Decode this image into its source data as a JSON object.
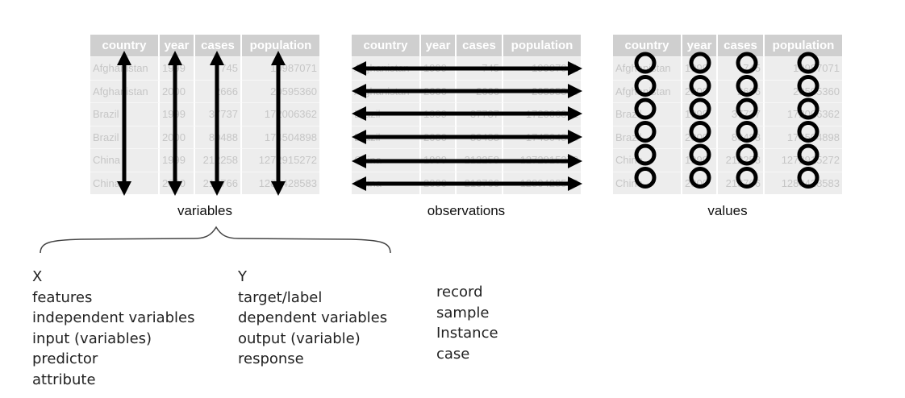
{
  "table": {
    "headers": [
      "country",
      "year",
      "cases",
      "population"
    ],
    "rows": [
      [
        "Afghanistan",
        "1999",
        "745",
        "19987071"
      ],
      [
        "Afghanistan",
        "2000",
        "2666",
        "20595360"
      ],
      [
        "Brazil",
        "1999",
        "37737",
        "172006362"
      ],
      [
        "Brazil",
        "2000",
        "80488",
        "174504898"
      ],
      [
        "China",
        "1999",
        "212258",
        "1272915272"
      ],
      [
        "China",
        "2000",
        "213766",
        "1280428583"
      ]
    ]
  },
  "captions": {
    "variables": "variables",
    "observations": "observations",
    "values": "values"
  },
  "terms": {
    "x": [
      "X",
      "features",
      "independent variables",
      "input (variables)",
      "predictor",
      "attribute"
    ],
    "y": [
      "Y",
      "target/label",
      "dependent variables",
      "output (variable)",
      "response"
    ],
    "record": [
      "record",
      "sample",
      "Instance",
      "case"
    ]
  },
  "colors": {
    "header_bg": "#cfcfcf",
    "cell_bg": "#ededed",
    "cell_text": "#c6c6c6",
    "marker": "#000000"
  }
}
